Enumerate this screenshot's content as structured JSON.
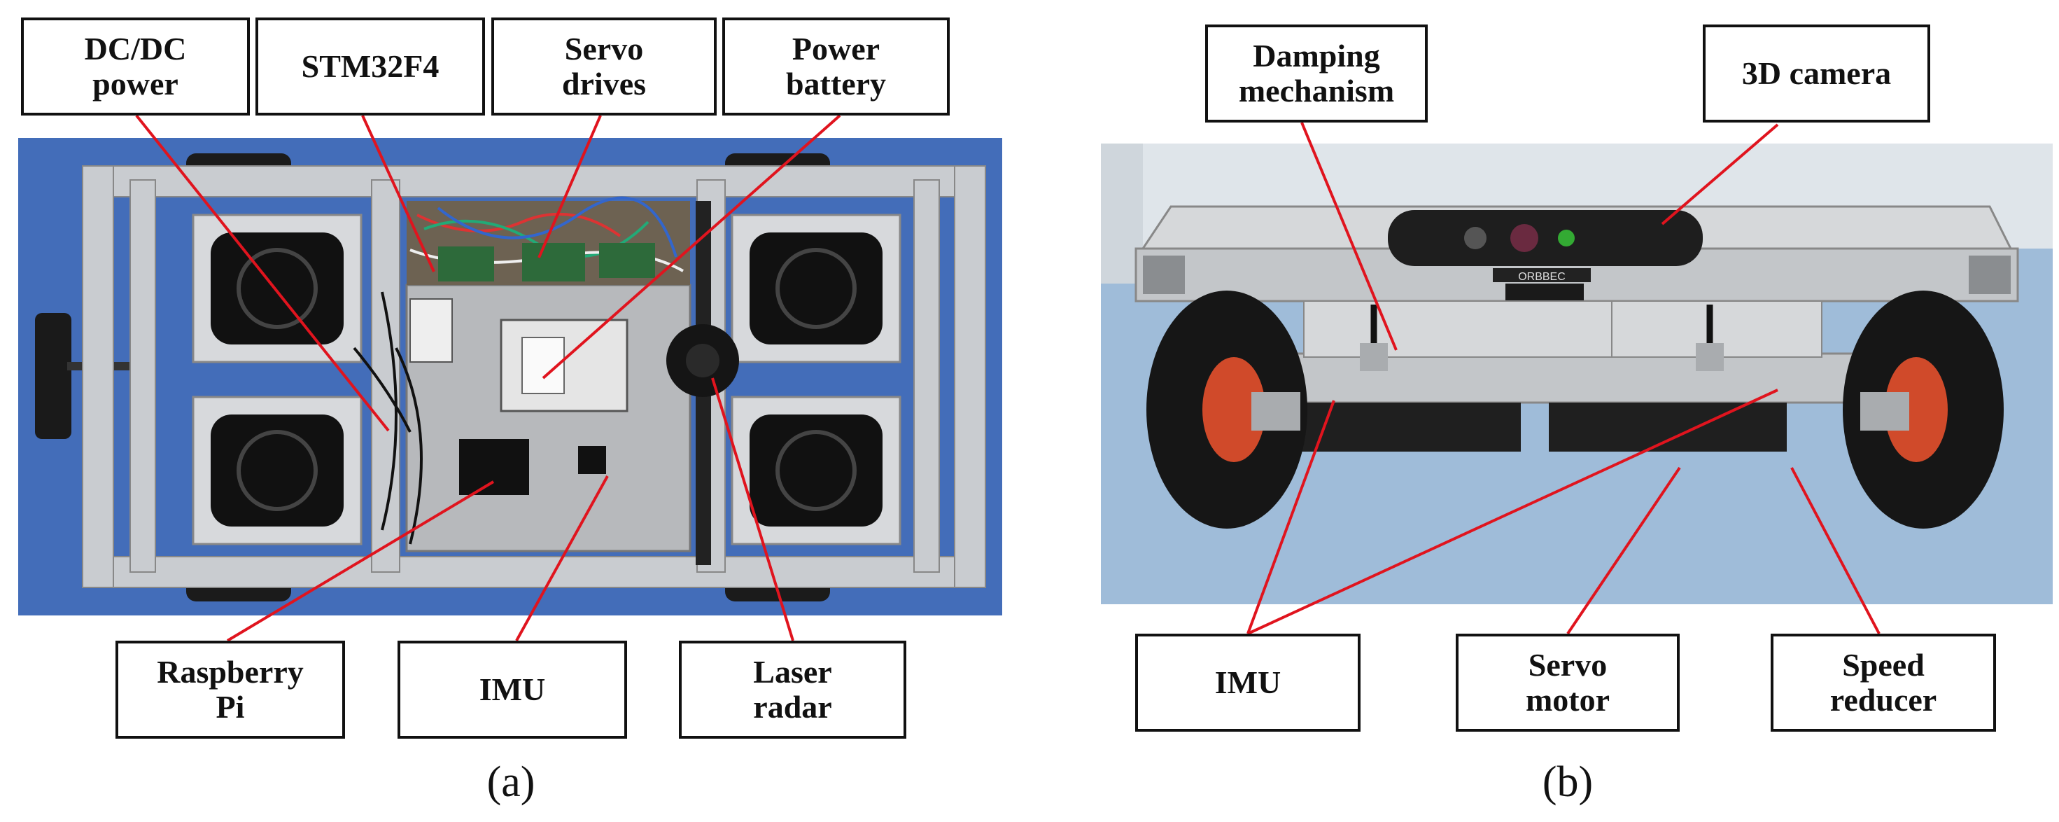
{
  "panel_a": {
    "caption": "(a)",
    "labels": {
      "dcdc": "DC/DC\npower",
      "stm": "STM32F4",
      "servo_drives": "Servo\ndrives",
      "battery": "Power\nbattery",
      "raspberry": "Raspberry\nPi",
      "imu": "IMU",
      "laser": "Laser\nradar"
    }
  },
  "panel_b": {
    "caption": "(b)",
    "labels": {
      "damping": "Damping\nmechanism",
      "camera": "3D camera",
      "imu": "IMU",
      "servo_motor": "Servo\nmotor",
      "reducer": "Speed\nreducer"
    },
    "camera_brand": "ORBBEC"
  },
  "colors": {
    "leader": "#e0141e",
    "frame": "#c9ccd0",
    "floor_a": "#3d67b4",
    "floor_b": "#9fbcd9"
  }
}
